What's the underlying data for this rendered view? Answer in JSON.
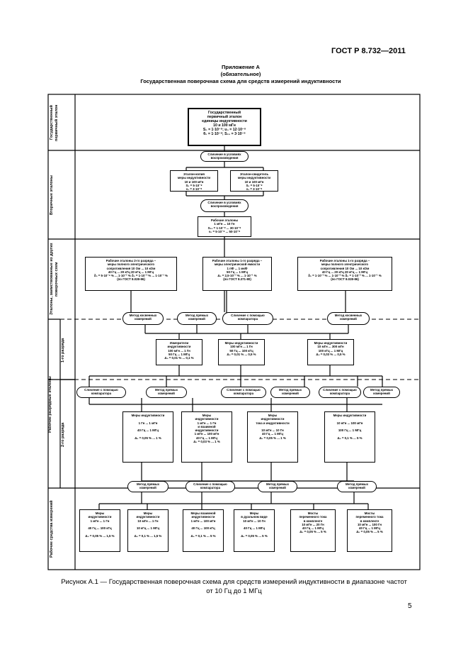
{
  "header": {
    "gost": "ГОСТ Р 8.732—2011"
  },
  "title": {
    "line1": "Приложение А",
    "line2": "(обязательное)",
    "line3": "Государственная поверочная схема для средств измерений индуктивности"
  },
  "rows": {
    "primary": "Государственный первичный эталон",
    "secondary": "Вторичные эталоны",
    "other": "Эталоны, заимствованные из других поверочных схем",
    "working": "Рабочие разрядные эталоны",
    "rank1": "1-го разряда",
    "rank2": "2-го разряда",
    "instruments": "Рабочие средства измерений"
  },
  "primary": {
    "l1": "Государственный",
    "l2": "первичный эталон",
    "l3": "единицы индуктивности",
    "l4": "10 и 100 мГн",
    "l5": "S₀ = 1·10⁻⁸; u₀ = 12·10⁻⁸",
    "l6": "θ₀ = 1·10⁻⁸; S₂₀ = 3·10⁻⁸"
  },
  "ovals": {
    "o1": "Сличение в условиях воспроизведения",
    "o2": "Сличение в условиях воспроизведения",
    "o3": "Метод косвенных измерений",
    "o4": "Метод прямых измерений",
    "o5": "Сличение с помощью компаратора",
    "o6": "Метод косвенных измерений",
    "o7": "Сличение с помощью компаратора",
    "o8": "Метод прямых измерений",
    "o9": "Сличение с помощью компаратора",
    "o10": "Метод прямых измерений",
    "o11": "Сличение с помощью компаратора",
    "o12": "Метод прямых измерений",
    "o13": "Метод прямых измерений",
    "o14": "Сличение с помощью компаратора",
    "o15": "Метод прямых измерений",
    "o16": "Метод прямых измерений"
  },
  "secondary": {
    "left": {
      "l1": "Эталон-копия",
      "l2": "меры индуктивности",
      "l3": "10 и 100 мГн",
      "l4": "S₀ = 5·10⁻⁸",
      "l5": "ν₀ = 3·10⁻⁸"
    },
    "right": {
      "l1": "Эталон-свидетель",
      "l2": "меры индуктивности",
      "l3": "10 и 100 мГн",
      "l4": "S₀ = 5·10⁻⁸",
      "l5": "ν₀ = 3·10⁻⁸"
    },
    "working": {
      "l1": "Рабочие эталоны",
      "l2": "1 мГн ... 10 Гн",
      "l3": "S₂₀ = 1·10⁻⁸ ... 30·10⁻⁸",
      "l4": "ν₀ = 5·10⁻⁸ ... 50·10⁻⁸"
    }
  },
  "other": {
    "left": {
      "l1": "Рабочие эталоны 2-го разряда –",
      "l2": "меры полного электрического",
      "l3": "сопротивления 10 Ом ... 10 кОм",
      "l4": "40 Гц ... 20 кГц        20 кГц ... 1 МГц",
      "l5": "δ₀ = 5·10⁻⁴ % ... 1·10⁻² %  δ₀ = 1·10⁻² % ... 1·10⁻¹ %",
      "l6": "(по ГОСТ 8.028-86)"
    },
    "mid": {
      "l1": "Рабочие эталоны 1-го разряда –",
      "l2": "меры электрической емкости",
      "l3": "1 пФ ... 1 мкФ",
      "l4": "50 Гц ... 1 МГц",
      "l5": "Δ₀ = 2,5·10⁻³ % ... 1·10⁻¹ %",
      "l6": "(по ГОСТ 8.371-80)"
    },
    "right": {
      "l1": "Рабочие эталоны 1-го разряда –",
      "l2": "меры полного электрического",
      "l3": "сопротивления 10 Ом ... 10 кОм",
      "l4": "40 Гц ... 20 кГц        20 кГц ... 1 МГц",
      "l5": "δ₀ = 1·10⁻³ % ... 1·10⁻² %  δ₀ = 1·10⁻² % ... 1·10⁻¹ %",
      "l6": "(по ГОСТ 8.028-86)"
    }
  },
  "rank1": {
    "left": {
      "l1": "Измерители индуктивности",
      "l2": "100 мГн ... 1 Гн",
      "l3": "50 Гц ... 1 МГц",
      "l4": "Δ₀ = 0,01 % ... 0,1 %"
    },
    "mid": {
      "l1": "Меры индуктивности",
      "l2": "100 мГн ... 1 Гн",
      "l3": "50 Гц ... 100 кГц",
      "l4": "Δ₀ = 0,01 % ... 0,5 %"
    },
    "right": {
      "l1": "Меры индуктивности",
      "l2": "10 мГн ... 300 мГн",
      "l3": "100 кГц ... 1 МГц",
      "l4": "Δ₀ = 0,03 % ... 0,5 %"
    }
  },
  "rank2": {
    "a": {
      "l1": "Меры индуктивности",
      "l2": "1 Гн ... 1 мГн",
      "l3": "40 Гц ... 1 МГц",
      "l4": "Δ₀ = 0,05 % ... 1 %"
    },
    "b": {
      "l1": "Меры",
      "l2": "индуктивности",
      "l3": "1 мГн ... 1 Гн",
      "l4": "и взаимной",
      "l5": "индуктивности",
      "l6": "1 мГн ... 100 мГн",
      "l7": "40 Гц ... 1 МГц",
      "l8": "Δ₀ = 0,03 % ... 1 %"
    },
    "c": {
      "l1": "Меры",
      "l2": "индуктивности",
      "l3": "тока и индуктивности",
      "l4": "10 мГн ... 10 Гн",
      "l5": "40 Гц ... 1 МГц",
      "l6": "Δ₀ = 0,05 % ... 1 %"
    },
    "d": {
      "l1": "Меры индуктивности",
      "l2": "10 нГн ... 100 мГн",
      "l3": "100 Гц ... 1 МГц",
      "l4": "Δ₀ = 0,1 % ... 5 %"
    }
  },
  "instr": {
    "a": {
      "l1": "Меры",
      "l2": "индуктивности",
      "l3": "1 мГн ... 1 Гн",
      "l4": "40 Гц ... 100 кГц",
      "l5": "Δ₀ = 0,05 % ... 1,5 %"
    },
    "b": {
      "l1": "Меры",
      "l2": "индуктивности",
      "l3": "10 мГн ... 1 Гн",
      "l4": "10 кГц ... 1 МГц",
      "l5": "Δ₀ = 0,1 % ... 1,5 %"
    },
    "c": {
      "l1": "Меры взаимной",
      "l2": "индуктивности",
      "l3": "1 мГн ... 100 мГн",
      "l4": "40 Гц ... 100 кГц",
      "l5": "Δ₀ = 0,1 % ... 5 %"
    },
    "d": {
      "l1": "Меры",
      "l2": "в дуальном виде",
      "l3": "10 мГн ... 10 Гн",
      "l4": "40 Гц ... 1 МГц",
      "l5": "Δ₀ = 0,05 % ... 5 %"
    },
    "e": {
      "l1": "Мосты",
      "l2": "переменного тока",
      "l3": "в комплекте",
      "l4": "10 мГн ... 20 Гн",
      "l5": "40 Гц ... 1 МГц",
      "l6": "Δ₀ = 0,05 % ... 5 %"
    },
    "f": {
      "l1": "Мосты",
      "l2": "переменного тока",
      "l3": "в комплекте",
      "l4": "10 мГн ... 100 Гн",
      "l5": "40 Гц ... 1 МГц",
      "l6": "Δ₀ = 0,05 % ... 5 %"
    }
  },
  "caption": {
    "line1": "Рисунок А.1 — Государственная поверочная схема для средств измерений индуктивности в диапазоне частот",
    "line2": "от 10 Гц до 1 МГц"
  },
  "page_number": "5"
}
